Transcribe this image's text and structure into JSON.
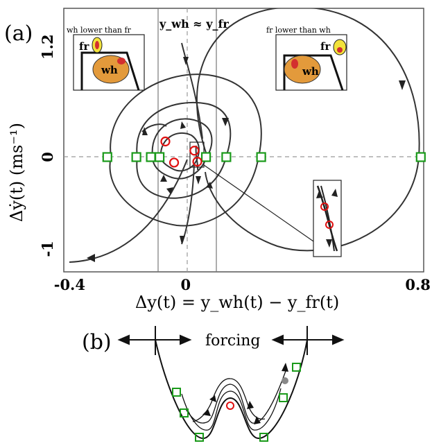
{
  "panel_a": {
    "label": "(a)",
    "xlabel": "Δy(t) = y_wh(t) − y_fr(t)",
    "ylabel": "Δẏ(t)  (ms⁻¹)",
    "top_label": "y_wh ≈ y_fr",
    "inset_left": {
      "title": "wh lower than fr",
      "label_fr": "fr",
      "label_wh": "wh"
    },
    "inset_right": {
      "title": "fr lower than wh",
      "label_fr": "fr",
      "label_wh": "wh"
    }
  },
  "panel_b": {
    "label": "(b)",
    "forcing_label": "forcing"
  },
  "colors": {
    "trajectory": "#333333",
    "marker_green": "#1a9a1a",
    "marker_red": "#e01010",
    "grid_dash": "#999999",
    "wheel": "#e39a3b",
    "frame": "#f2e23b"
  },
  "chart_data": {
    "type": "scatter",
    "xlim": [
      -0.42,
      0.82
    ],
    "ylim": [
      -1.25,
      1.62
    ],
    "x_ticks": [
      -0.4,
      0,
      0.8
    ],
    "x_tick_labels": [
      "-0.4",
      "0",
      "0.8"
    ],
    "y_ticks": [
      -1,
      0,
      1.2
    ],
    "y_tick_labels": [
      "-1",
      "0",
      "1.2"
    ],
    "vertical_lines": [
      -0.1,
      0.1
    ],
    "vertical_dashed": 0,
    "horizontal_dashed": 0,
    "green_squares_y0": [
      -0.27,
      -0.17,
      -0.12,
      -0.09,
      0.07,
      0.14,
      0.26,
      0.81
    ],
    "red_circles": [
      {
        "x": -0.07,
        "y": 0.17
      },
      {
        "x": -0.04,
        "y": -0.06
      },
      {
        "x": 0.03,
        "y": 0.07
      },
      {
        "x": 0.04,
        "y": -0.05
      }
    ],
    "grid": false
  }
}
